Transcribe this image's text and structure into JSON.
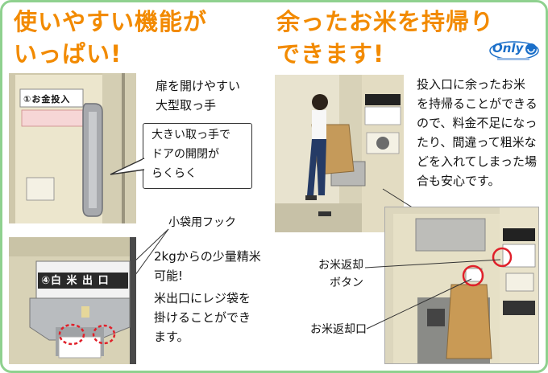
{
  "left": {
    "heading_line1": "使いやすい機能が",
    "heading_line2": "いっぱい!",
    "door_caption_line1": "扉を開けやすい",
    "door_caption_line2": "大型取っ手",
    "bubble_line1": "大きい取っ手で",
    "bubble_line2": "ドアの開閉が",
    "bubble_line3": "らくらく",
    "hook_label": "小袋用フック",
    "outlet_text_line1": "2kgからの少量精米",
    "outlet_text_line2": "可能!",
    "outlet_text_line3": "米出口にレジ袋を",
    "outlet_text_line4": "掛けることができ",
    "outlet_text_line5": "ます。",
    "panel_money_label": "①お金投入",
    "panel_outlet_label": "④白 米 出 口"
  },
  "right": {
    "heading_line1": "余ったお米を持帰り",
    "heading_line2": "できます!",
    "logo_text": "Only",
    "desc_line1": "投入口に余ったお米",
    "desc_line2": "を持帰ることができる",
    "desc_line3": "ので、料金不足になっ",
    "desc_line4": "たり、間違って粗米な",
    "desc_line5": "どを入れてしまった場",
    "desc_line6": "合も安心です。",
    "return_button_label_line1": "お米返却",
    "return_button_label_line2": "ボタン",
    "return_outlet_label": "お米返却口"
  },
  "colors": {
    "heading": "#f28a00",
    "frame": "#8fd18f",
    "highlight_circle": "#e0202a",
    "machine": "#e9e2c8"
  }
}
